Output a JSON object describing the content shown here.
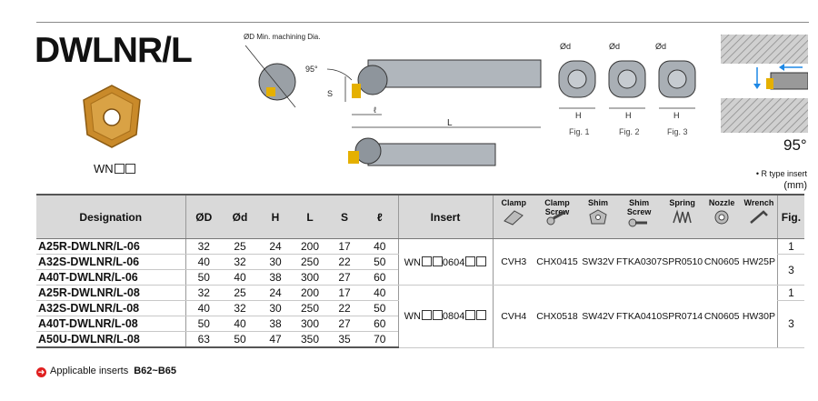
{
  "title": "DWLNR/L",
  "insert_code": "WN",
  "diagram_labels": {
    "min_dia": "ØD Min. machining Dia.",
    "angle_small": "95°",
    "s": "S",
    "l_small": "ℓ",
    "L": "L",
    "phi_d": "Ød",
    "H": "H",
    "fig1": "Fig. 1",
    "fig2": "Fig. 2",
    "fig3": "Fig. 3"
  },
  "angle_big": "95°",
  "r_type_note": "• R type insert",
  "unit": "(mm)",
  "headers": {
    "designation": "Designation",
    "D": "ØD",
    "d": "Ød",
    "H": "H",
    "L": "L",
    "S": "S",
    "l": "ℓ",
    "insert": "Insert",
    "clamp": "Clamp",
    "clamp_screw": "Clamp Screw",
    "shim": "Shim",
    "shim_screw": "Shim Screw",
    "spring": "Spring",
    "nozzle": "Nozzle",
    "wrench": "Wrench",
    "fig": "Fig."
  },
  "rows": [
    {
      "designation": "A25R-DWLNR/L-06",
      "D": "32",
      "d": "25",
      "H": "24",
      "L": "200",
      "S": "17",
      "l": "40"
    },
    {
      "designation": "A32S-DWLNR/L-06",
      "D": "40",
      "d": "32",
      "H": "30",
      "L": "250",
      "S": "22",
      "l": "50"
    },
    {
      "designation": "A40T-DWLNR/L-06",
      "D": "50",
      "d": "40",
      "H": "38",
      "L": "300",
      "S": "27",
      "l": "60"
    },
    {
      "designation": "A25R-DWLNR/L-08",
      "D": "32",
      "d": "25",
      "H": "24",
      "L": "200",
      "S": "17",
      "l": "40"
    },
    {
      "designation": "A32S-DWLNR/L-08",
      "D": "40",
      "d": "32",
      "H": "30",
      "L": "250",
      "S": "22",
      "l": "50"
    },
    {
      "designation": "A40T-DWLNR/L-08",
      "D": "50",
      "d": "40",
      "H": "38",
      "L": "300",
      "S": "27",
      "l": "60"
    },
    {
      "designation": "A50U-DWLNR/L-08",
      "D": "63",
      "d": "50",
      "H": "47",
      "L": "350",
      "S": "35",
      "l": "70"
    }
  ],
  "groups": [
    {
      "insert_a": "WN",
      "insert_b": "0604",
      "clamp": "CVH3",
      "clamp_screw": "CHX0415",
      "shim": "SW32V",
      "shim_screw": "FTKA0307",
      "spring": "SPR0510",
      "nozzle": "CN0605",
      "wrench": "HW25P",
      "fig_a": "1",
      "fig_b": "3"
    },
    {
      "insert_a": "WN",
      "insert_b": "0804",
      "clamp": "CVH4",
      "clamp_screw": "CHX0518",
      "shim": "SW42V",
      "shim_screw": "FTKA0410",
      "spring": "SPR0714",
      "nozzle": "CN0605",
      "wrench": "HW30P",
      "fig_a": "1",
      "fig_b": "3"
    }
  ],
  "footer": {
    "text": "Applicable inserts",
    "ref": "B62~B65"
  }
}
